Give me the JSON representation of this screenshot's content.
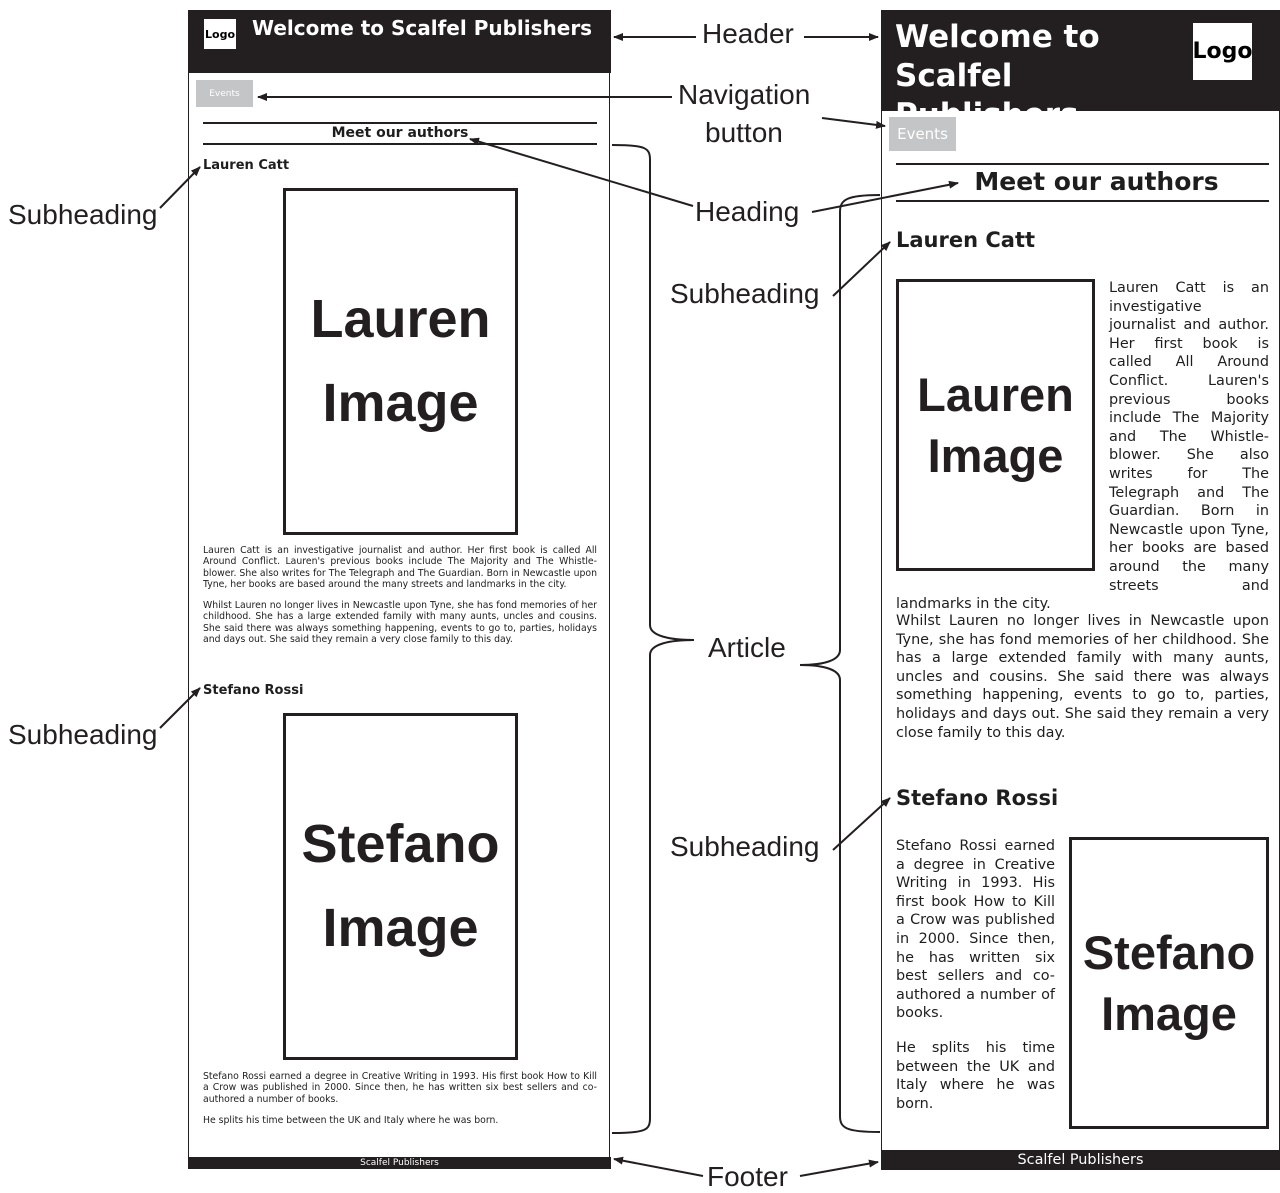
{
  "left": {
    "header": {
      "logo": "Logo",
      "title": "Welcome to Scalfel Publishers"
    },
    "nav": {
      "events": "Events"
    },
    "heading": "Meet our authors",
    "authors": [
      {
        "name": "Lauren Catt",
        "image": [
          "Lauren",
          "Image"
        ],
        "paragraphs": [
          "Lauren Catt is an investigative journalist and author. Her first book is called All Around Conflict. Lauren's previous books include The Majority and The Whistle-blower. She also writes for The Telegraph and The Guardian. Born in Newcastle upon Tyne, her books are based around the many streets and landmarks in the city.",
          "Whilst Lauren no longer lives in Newcastle upon Tyne, she has fond memories of her childhood. She has a large extended family with many aunts, uncles and cousins. She said there was always something happening, events to go to, parties, holidays and days out. She said they remain a very close family to this day."
        ]
      },
      {
        "name": "Stefano Rossi",
        "image": [
          "Stefano",
          "Image"
        ],
        "paragraphs": [
          "Stefano Rossi earned a degree in Creative Writing in 1993. His first book How to Kill a Crow was published in 2000. Since then, he has written six best sellers and co-authored a number of books.",
          "He splits his time between the UK and Italy where he was born."
        ]
      }
    ],
    "footer": "Scalfel Publishers"
  },
  "right": {
    "header": {
      "title": "Welcome to Scalfel Publishers",
      "logo": "Logo"
    },
    "nav": {
      "events": "Events"
    },
    "heading": "Meet our authors",
    "authors": [
      {
        "name": "Lauren Catt",
        "image": [
          "Lauren",
          "Image"
        ],
        "paragraphs": [
          "Lauren Catt is an investigative journalist and author. Her first book is called All Around Conflict. Lauren's previous books include The Majority and The Whistle-blower. She also writes for The Telegraph and The Guardian. Born in Newcastle upon Tyne, her books are based around the many streets and landmarks in the city.",
          "Whilst Lauren no longer lives in Newcastle upon Tyne, she has fond memories of her childhood. She has a large extended family with many aunts, uncles and cousins. She said there was always something happening, events to go to, parties, holidays and days out. She said they remain a very close family to this day."
        ]
      },
      {
        "name": "Stefano Rossi",
        "image": [
          "Stefano",
          "Image"
        ],
        "paragraphs": [
          "Stefano Rossi earned a degree in Creative Writing in 1993. His first book How to Kill a Crow was published in 2000. Since then, he has written six best sellers and co-authored a number of books.",
          "He splits his time between the UK and Italy where he was born."
        ]
      }
    ],
    "footer": "Scalfel Publishers"
  },
  "callouts": {
    "header": "Header",
    "navigation": [
      "Navigation",
      "button"
    ],
    "heading": "Heading",
    "subheading": "Subheading",
    "article": "Article",
    "footer": "Footer"
  },
  "colors": {
    "dark": "#231f20",
    "button_grey": "#c4c5c7",
    "page": "#ffffff"
  }
}
